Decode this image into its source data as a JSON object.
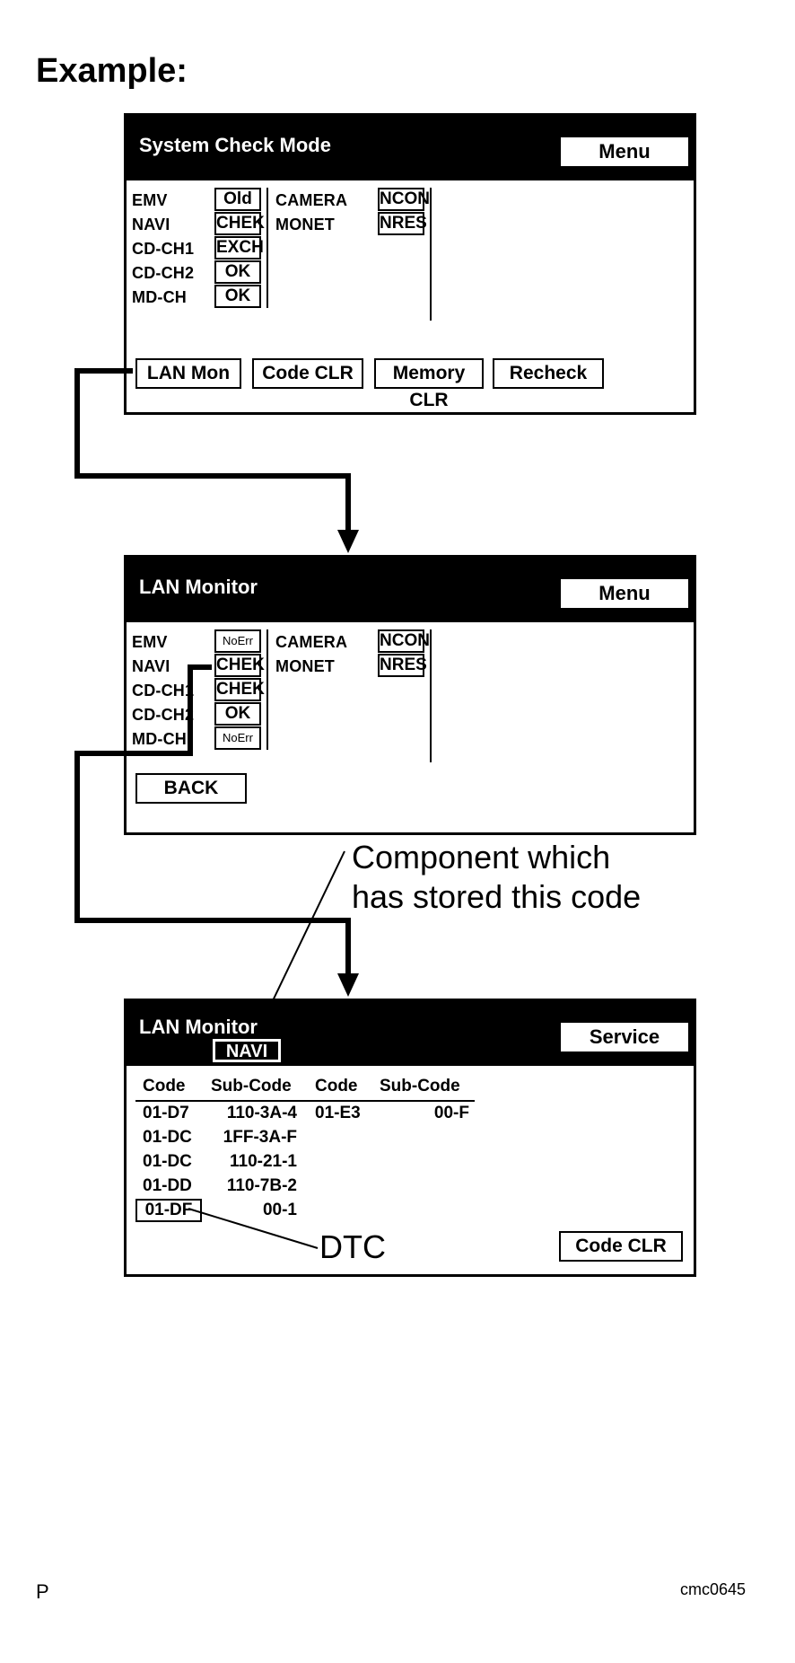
{
  "heading": "Example:",
  "screen1": {
    "title": "System Check Mode",
    "menu_label": "Menu",
    "left_items": [
      {
        "name": "EMV",
        "status": "Old"
      },
      {
        "name": "NAVI",
        "status": "CHEK"
      },
      {
        "name": "CD-CH1",
        "status": "EXCH"
      },
      {
        "name": "CD-CH2",
        "status": "OK"
      },
      {
        "name": "MD-CH",
        "status": "OK"
      }
    ],
    "right_items": [
      {
        "name": "CAMERA",
        "status": "NCON"
      },
      {
        "name": "MONET",
        "status": "NRES"
      }
    ],
    "buttons": [
      "LAN Mon",
      "Code CLR",
      "Memory CLR",
      "Recheck"
    ]
  },
  "screen2": {
    "title": "LAN Monitor",
    "menu_label": "Menu",
    "left_items": [
      {
        "name": "EMV",
        "status": "NoErr"
      },
      {
        "name": "NAVI",
        "status": "CHEK"
      },
      {
        "name": "CD-CH1",
        "status": "CHEK"
      },
      {
        "name": "CD-CH2",
        "status": "OK"
      },
      {
        "name": "MD-CH",
        "status": "NoErr"
      }
    ],
    "right_items": [
      {
        "name": "CAMERA",
        "status": "NCON"
      },
      {
        "name": "MONET",
        "status": "NRES"
      }
    ],
    "back_label": "BACK"
  },
  "annotation_component": [
    "Component which",
    "has stored this code"
  ],
  "screen3": {
    "title": "LAN Monitor",
    "component": "NAVI",
    "service_label": "Service",
    "headers": [
      "Code",
      "Sub-Code",
      "Code",
      "Sub-Code"
    ],
    "rows": [
      [
        "01-D7",
        "110-3A-4",
        "01-E3",
        "00-F"
      ],
      [
        "01-DC",
        "1FF-3A-F",
        "",
        ""
      ],
      [
        "01-DC",
        "110-21-1",
        "",
        ""
      ],
      [
        "01-DD",
        "110-7B-2",
        "",
        ""
      ],
      [
        "01-DF",
        "00-1",
        "",
        ""
      ]
    ],
    "code_clr_label": "Code CLR"
  },
  "annotation_dtc": "DTC",
  "footer_left": "P",
  "footer_right": "cmc0645"
}
